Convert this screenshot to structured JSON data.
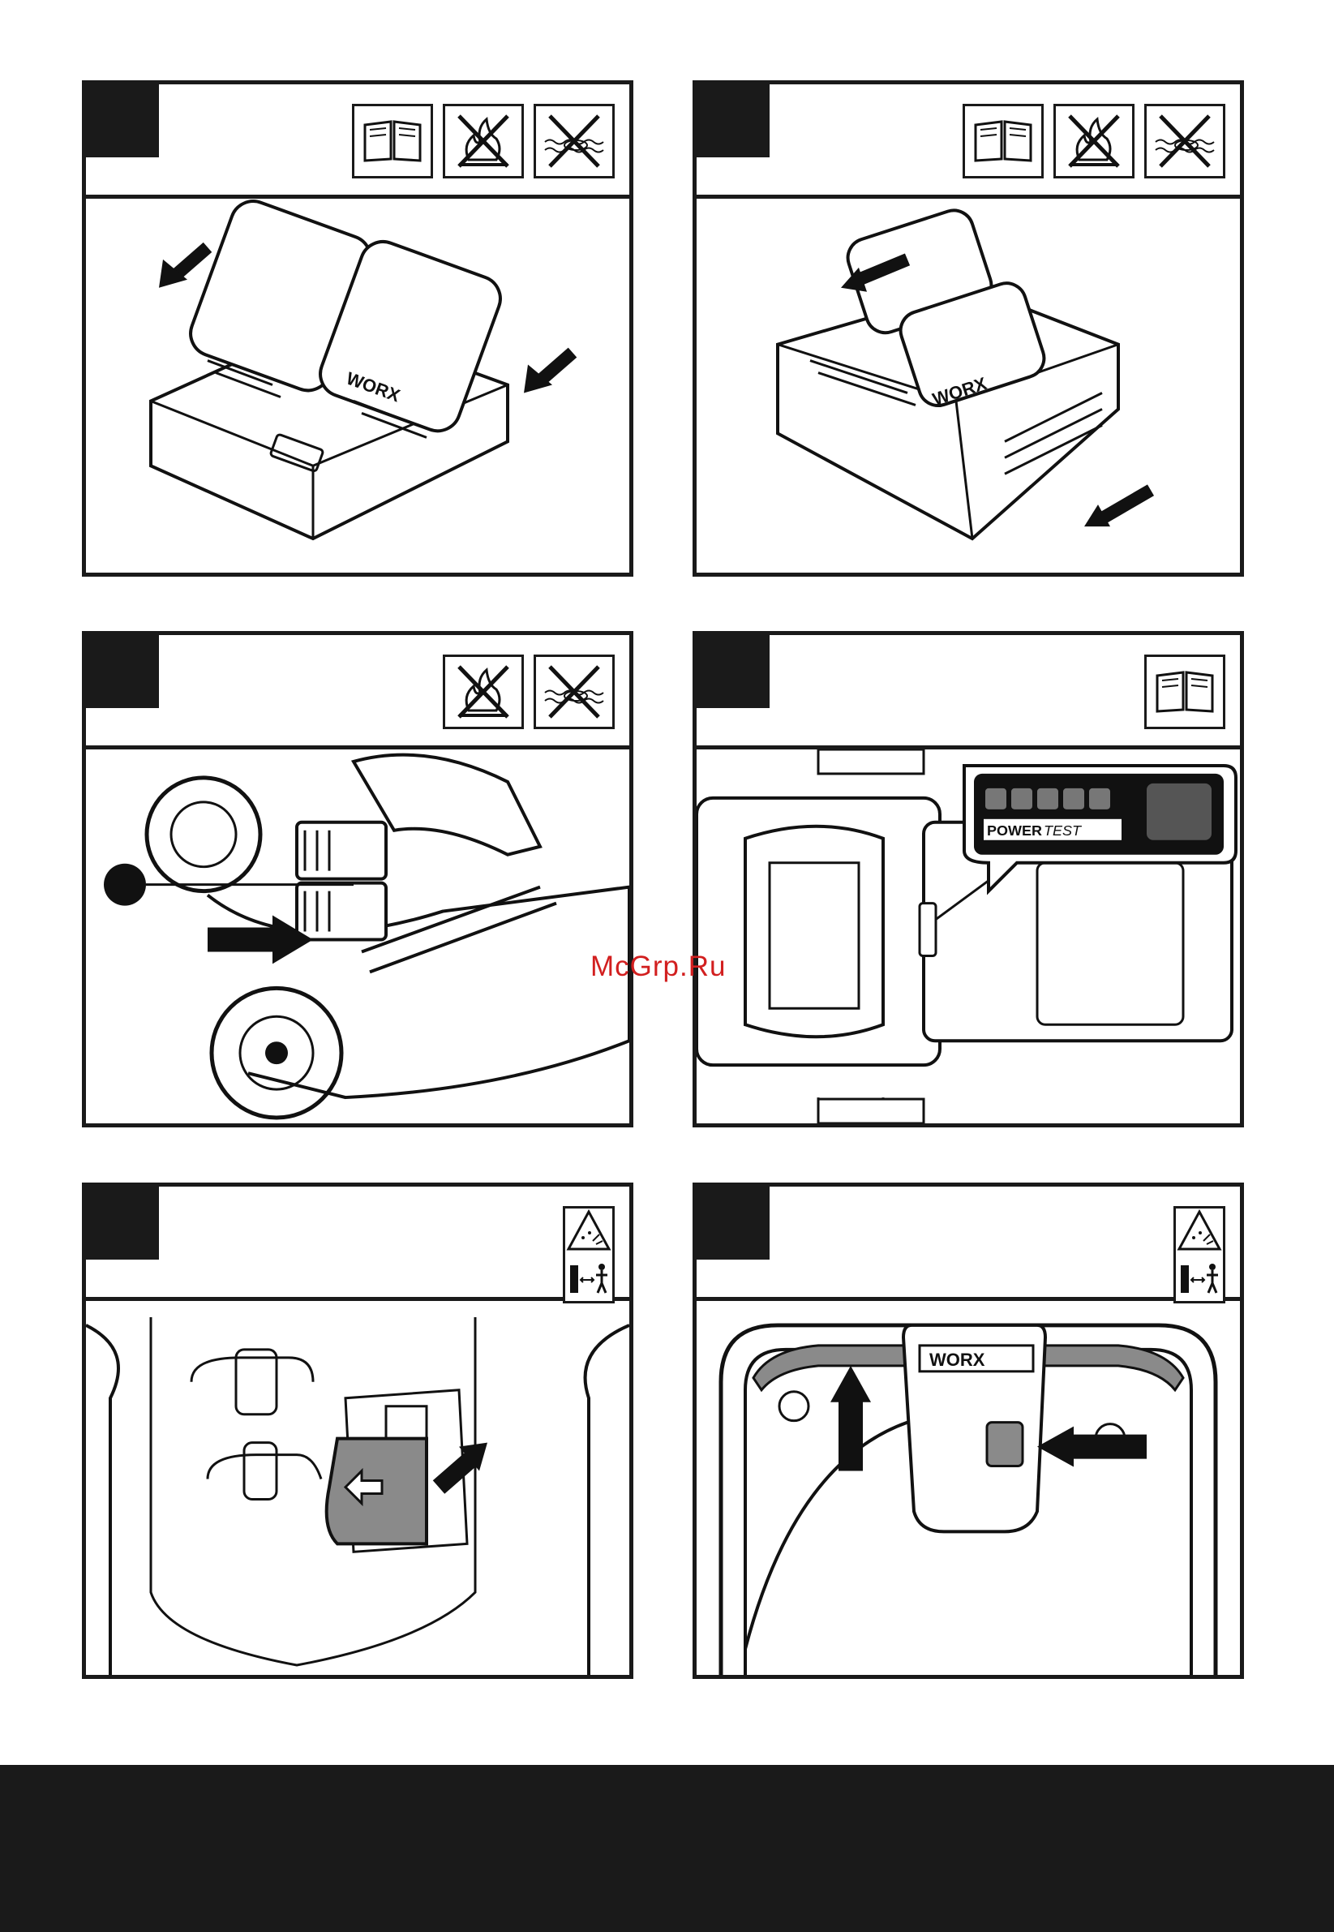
{
  "watermark": "McGrp.Ru",
  "brand": "WORX",
  "power_test": {
    "label_bold": "POWER",
    "label_italic": "TEST"
  },
  "panels": [
    {
      "icons": [
        "manual-book-icon",
        "no-fire-icon",
        "no-water-disposal-icon"
      ]
    },
    {
      "icons": [
        "manual-book-icon",
        "no-fire-icon",
        "no-water-disposal-icon"
      ]
    },
    {
      "icons": [
        "no-fire-icon",
        "no-water-disposal-icon"
      ]
    },
    {
      "icons": [
        "manual-book-icon"
      ]
    },
    {
      "icons": [
        "thrown-object-warning-icon",
        "keep-distance-icon"
      ]
    },
    {
      "icons": [
        "thrown-object-warning-icon",
        "keep-distance-icon"
      ]
    }
  ],
  "colors": {
    "frame": "#1a1a1a",
    "watermark": "#d21f1f",
    "grey_part": "#8a8a8a"
  }
}
